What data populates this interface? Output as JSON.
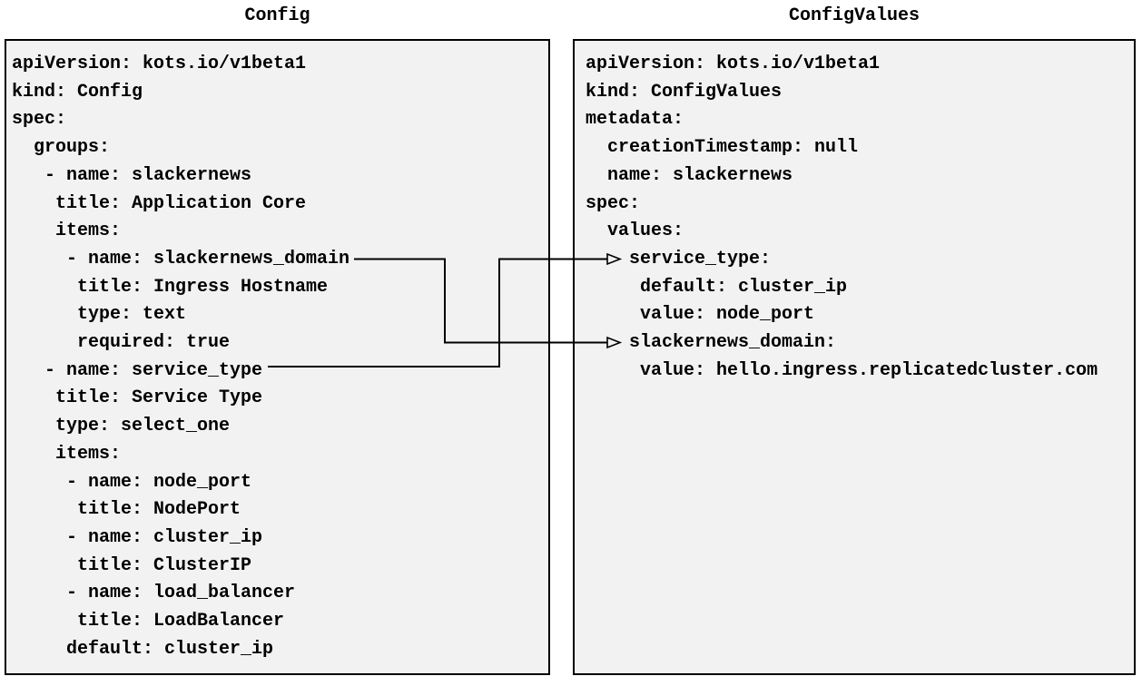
{
  "diagram": {
    "colors": {
      "page_background": "#ffffff",
      "box_background": "#f2f2f2",
      "border": "#000000",
      "text": "#000000",
      "connector": "#000000"
    },
    "left_panel": {
      "title": "Config",
      "code_lines": [
        "apiVersion: kots.io/v1beta1",
        "kind: Config",
        "spec:",
        "  groups:",
        "   - name: slackernews",
        "    title: Application Core",
        "    items:",
        "     - name: slackernews_domain",
        "      title: Ingress Hostname",
        "      type: text",
        "      required: true",
        "   - name: service_type",
        "    title: Service Type",
        "    type: select_one",
        "    items:",
        "     - name: node_port",
        "      title: NodePort",
        "     - name: cluster_ip",
        "      title: ClusterIP",
        "     - name: load_balancer",
        "      title: LoadBalancer",
        "     default: cluster_ip"
      ]
    },
    "right_panel": {
      "title": "ConfigValues",
      "code_lines": [
        "apiVersion: kots.io/v1beta1",
        "kind: ConfigValues",
        "metadata:",
        "  creationTimestamp: null",
        "  name: slackernews",
        "spec:",
        "  values:",
        "    service_type:",
        "     default: cluster_ip",
        "     value: node_port",
        "    slackernews_domain:",
        "     value: hello.ingress.replicatedcluster.com"
      ]
    },
    "connections": [
      {
        "from": "Config item name: slackernews_domain",
        "to": "ConfigValues value key: slackernews_domain"
      },
      {
        "from": "Config item name: service_type",
        "to": "ConfigValues value key: service_type"
      }
    ]
  }
}
